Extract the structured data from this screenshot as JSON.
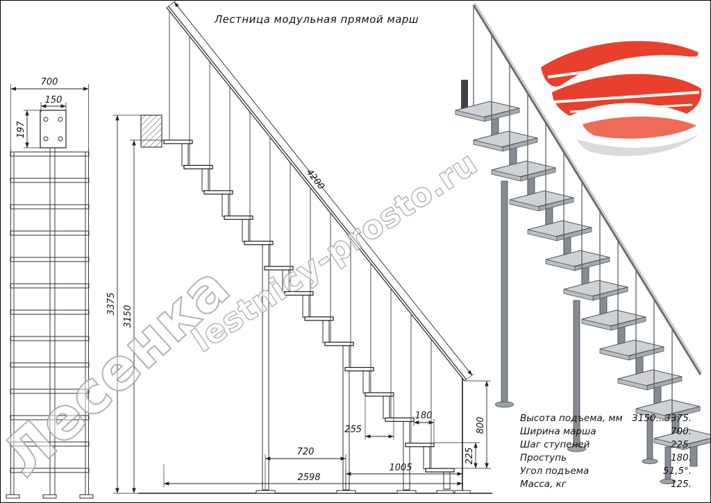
{
  "title": "Лестница модульная прямой марш",
  "watermarks": {
    "site": "lestnicy-prosto.ru",
    "brand": "Лесенка"
  },
  "front_view": {
    "width": "700",
    "plate_width": "150",
    "plate_height": "197"
  },
  "side_view": {
    "total_height": "3375",
    "flight_height": "3150",
    "rail_length": "4200",
    "leg_spacing": "720",
    "total_run": "2598",
    "bottom_run": "1005",
    "tread_depth": "255",
    "step_run": "180",
    "step_rise": "225",
    "bottom_rail_height": "800"
  },
  "specs": {
    "rows": [
      {
        "label": "Высота подъема, мм",
        "value": "3150...3375."
      },
      {
        "label": "Ширина марша",
        "value": "700."
      },
      {
        "label": "Шаг ступеней",
        "value": "225."
      },
      {
        "label": "Проступь",
        "value": "180."
      },
      {
        "label": "Угол подъема",
        "value": "51,5°."
      },
      {
        "label": "Масса, кг",
        "value": "125."
      }
    ]
  },
  "logo": {
    "name": "red-swoosh-logo",
    "color": "#e8402c",
    "accent_gray": "#d9dbdc"
  }
}
